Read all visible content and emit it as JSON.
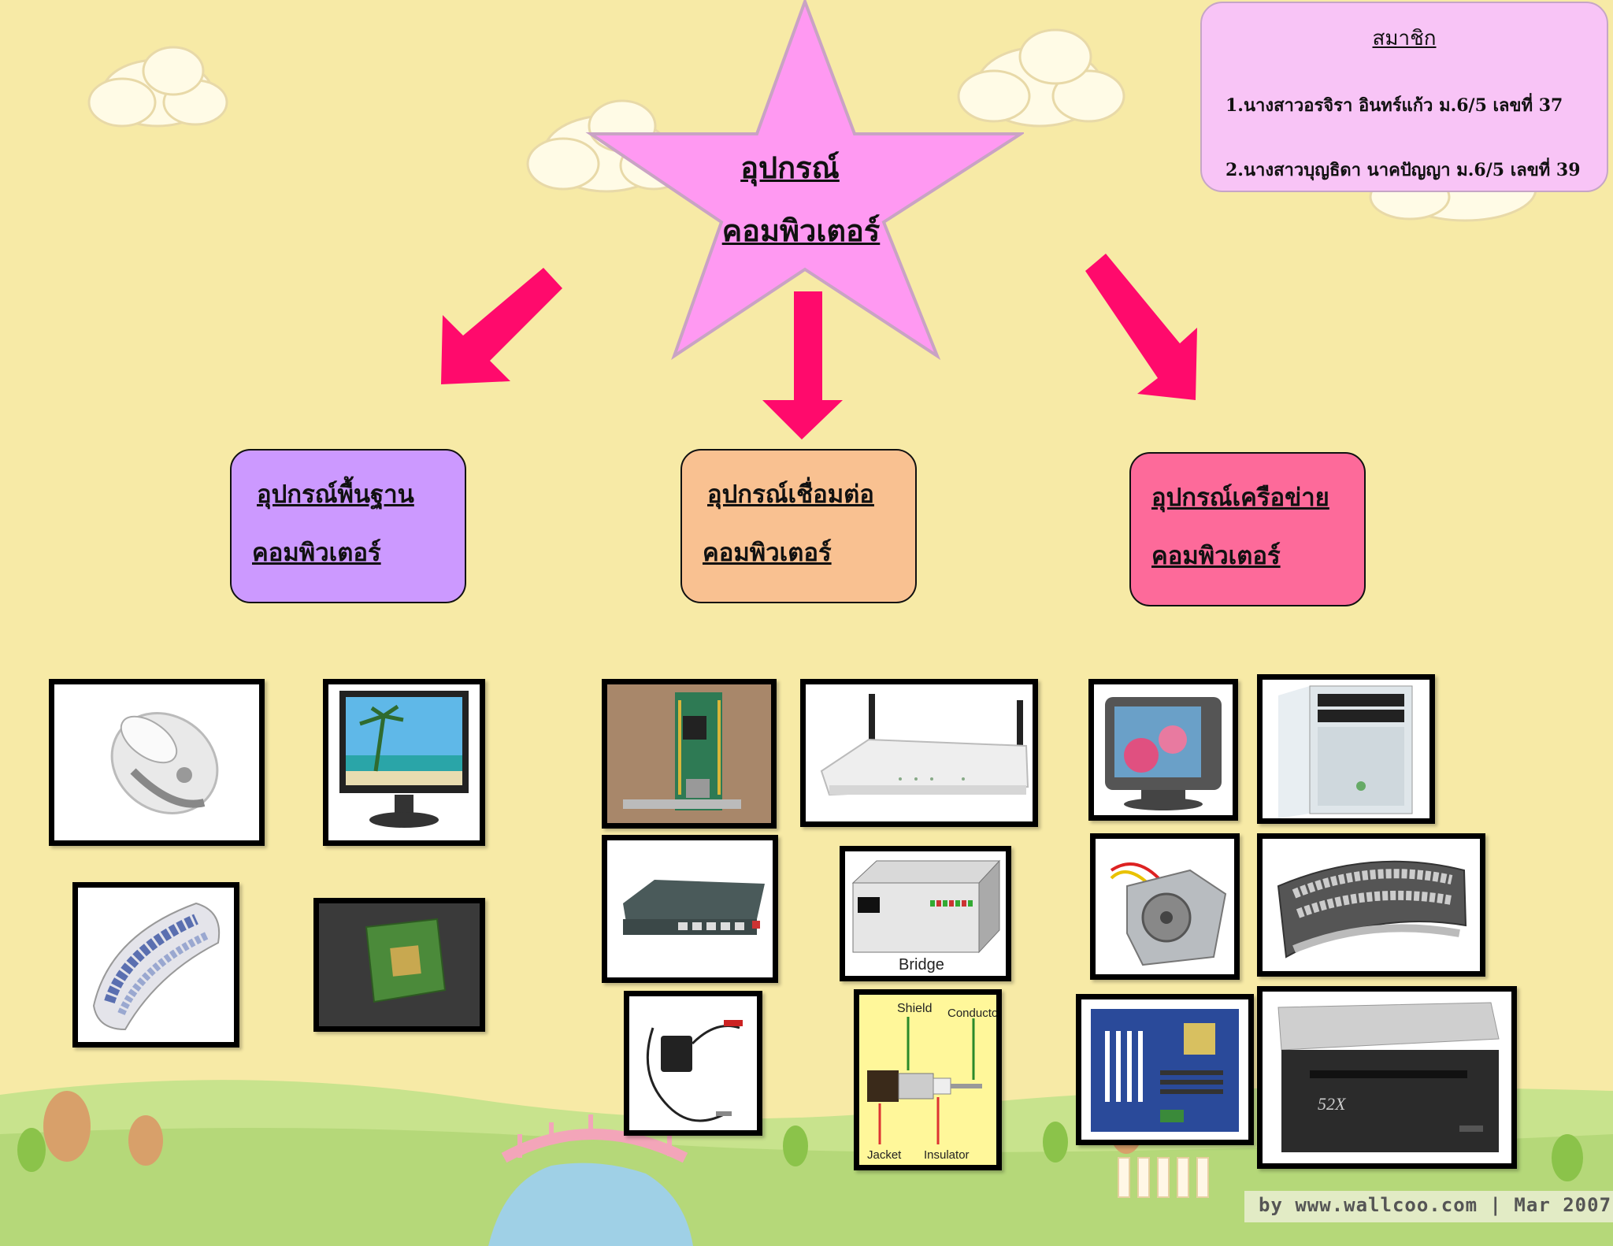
{
  "central": {
    "line1": "อุปกรณ์",
    "line2": "คอมพิวเตอร์",
    "star_color": "#ff99f2"
  },
  "members": {
    "title": "สมาชิก",
    "items": [
      "1.นางสาวอรจิรา  อินทร์แก้ว ม.6/5 เลขที่ 37",
      "2.นางสาวบุญธิดา นาคปัญญา ม.6/5 เลขที่ 39"
    ]
  },
  "categories": [
    {
      "line1": "อุปกรณ์พื้นฐาน",
      "line2": "คอมพิวเตอร์",
      "color": "#cc99ff"
    },
    {
      "line1": "อุปกรณ์เชื่อมต่อ",
      "line2": "คอมพิวเตอร์",
      "color": "#f9c191"
    },
    {
      "line1": "อุปกรณ์เครือข่าย",
      "line2": "คอมพิวเตอร์",
      "color": "#fd6a9a"
    }
  ],
  "images": {
    "basic": [
      "mouse",
      "monitor",
      "keyboard",
      "cpu"
    ],
    "connect": [
      "network-card",
      "wireless-router",
      "switch",
      "bridge",
      "adapter-cable",
      "coaxial-cable"
    ],
    "network": [
      "crt-monitor",
      "pc-case",
      "power-supply",
      "ergonomic-keyboard",
      "motherboard",
      "optical-drive"
    ]
  },
  "bridge_label": "Bridge",
  "cable_labels": {
    "shield": "Shield",
    "conductor": "Conductor",
    "jacket": "Jacket",
    "insulator": "Insulator"
  },
  "drive_label": "52X",
  "arrow_color": "#ff0a6c",
  "credit": "by www.wallcoo.com | Mar 2007"
}
